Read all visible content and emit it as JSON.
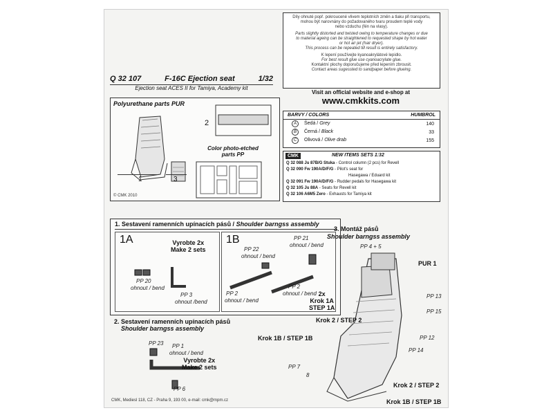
{
  "notice": {
    "lines_cz": [
      "Díly ohnuté popř. pokroucené vlivem teplotních změn a tlaku při transportu,",
      "mohou být narovnány do požadovaného tvaru proudem teplé vody",
      "nebo vzduchu (fén na vlasy)."
    ],
    "lines_en": [
      "Parts slightly distorted and twisted owing to temperature changes or due",
      "to material ageing can be straightened to requested shape by hot water",
      "or hot air jet (hair dryer).",
      "This process can be repeated till result is entirely satisfactory."
    ],
    "lines_glue": [
      "K lepení používejte kyanoakrylátové lepidlo.",
      "For best result glue use cyanoacrylate glue.",
      "Kontaktní plochy doporučujeme před lepením zbrousit.",
      "Contact areas sugessted to sandpaper before glueing."
    ]
  },
  "header": {
    "code": "Q 32 107",
    "title": "F-16C Ejection seat",
    "scale": "1/32",
    "subtitle": "Ejection seat ACES II for Tamiya, Academy kit"
  },
  "shop": {
    "line1": "Visit an official website and e-shop at",
    "url": "www.cmkkits.com"
  },
  "parts": {
    "title": "Polyurethane parts PUR",
    "label_1": "1",
    "label_2": "2",
    "label_3": "3",
    "etched_title": "Color photo-etched",
    "etched_sub": "parts PP",
    "copyright": "© CMK 2010"
  },
  "colors": {
    "header_left": "BARVY / COLORS",
    "header_right": "HUMBROL",
    "rows": [
      {
        "mark": "A",
        "name_cz": "Šedá",
        "name_en": "Grey",
        "code": "140"
      },
      {
        "mark": "B",
        "name_cz": "Černá",
        "name_en": "Black",
        "code": "33"
      },
      {
        "mark": "C",
        "name_cz": "Olivová",
        "name_en": "Olive drab",
        "code": "155"
      }
    ]
  },
  "new_items": {
    "logo": "CMK",
    "title": "NEW ITEMS SETS 1:32",
    "rows": [
      {
        "code": "Q 32 088 Ju 87B/G Stuka",
        "desc": "- Control column (2 pcs) for Revell"
      },
      {
        "code": "Q 32 090 Fw 190A/D/F/G",
        "desc": "- Pilot's seat for"
      },
      {
        "code": "",
        "desc": "Hasegawa / Eduard kit"
      },
      {
        "code": "Q 32 091 Fw 190A/D/F/G",
        "desc": "- Rudder pedals for Hasegawa kit"
      },
      {
        "code": "Q 32 105 Ju 88A",
        "desc": "- Seats for Revell kit"
      },
      {
        "code": "Q 32 106 A6M5 Zero",
        "desc": "- Exhausts for Tamiya kit"
      }
    ]
  },
  "step1": {
    "title_cz": "1. Sestavení ramenních upínacích pásů /",
    "title_en": "Shoulder barngss assembly",
    "sub_1a": "1A",
    "sub_1b": "1B",
    "make_cz": "Vyrobte 2x",
    "make_en": "Make 2 sets",
    "pp20": "PP 20",
    "bend": "ohnout / bend",
    "pp3": "PP 3",
    "bend2": "ohnout /bend",
    "pp22": "PP 22",
    "pp21": "PP 21",
    "pp2a": "PP 2",
    "pp2b": "PP 2",
    "bend3": "ohnout / bend",
    "bend4": "ohnout / bend",
    "bend5": "ohnout / bend",
    "bend6": "ohnout / bend"
  },
  "step2": {
    "title_cz": "2. Sestavení ramenních upínacích pásů",
    "title_en": "Shoulder barngss assembly",
    "pp23": "PP 23",
    "pp1": "PP 1",
    "bend": "ohnout / bend",
    "make_cz": "Vyrobte 2x",
    "make_en": "Make 2 sets",
    "pp6": "PP 6"
  },
  "step3": {
    "title_cz": "3. Montáž pásů",
    "title_en": "Shoulder barngss assembly",
    "pp45": "PP 4 + 5",
    "pur1": "PUR 1",
    "pp13": "PP 13",
    "pp15": "PP 15",
    "pp12": "PP 12",
    "pp14": "PP 14",
    "step2x": "2x",
    "krok1a": "Krok 1A",
    "step1a": "STEP 1A",
    "krok2": "Krok 2 / STEP 2",
    "krok1b": "Krok 1B / STEP 1B",
    "pp7": "PP 7",
    "pp8": "8",
    "krok2b": "Krok 2 / STEP 2",
    "krok1b2": "Krok 1B / STEP 1B"
  },
  "footer": "CMK, Mediesl 118, CZ - Praha 9, 193 00, e-mail: cmk@mpm.cz"
}
